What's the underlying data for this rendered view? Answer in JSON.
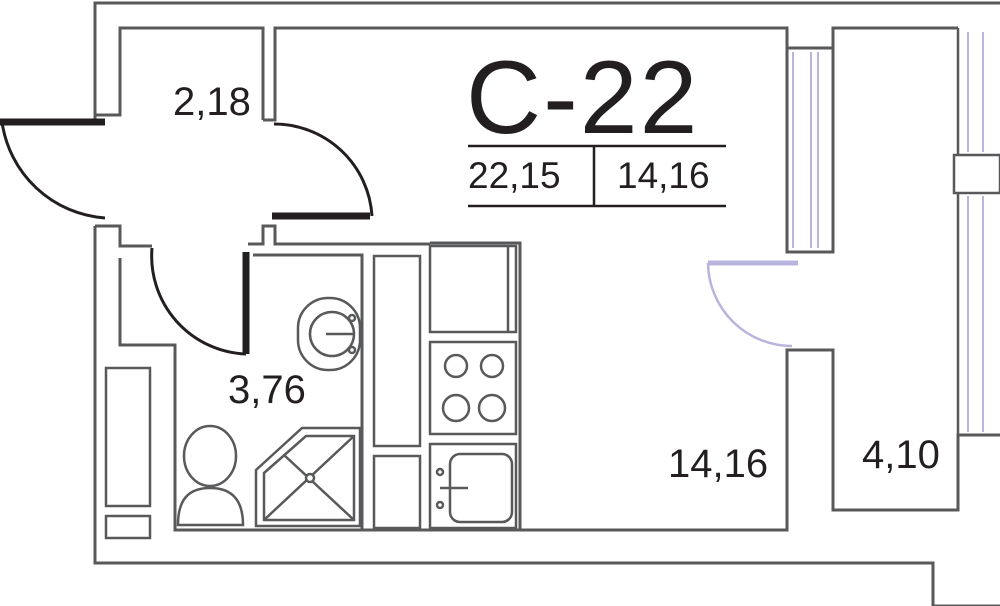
{
  "plan": {
    "unit_code": "С-22",
    "total_area": "22,15",
    "living_area": "14,16",
    "rooms": {
      "hall": {
        "area": "2,18"
      },
      "bathroom": {
        "area": "3,76"
      },
      "living_room": {
        "area": "14,16"
      },
      "balcony": {
        "area": "4,10"
      }
    }
  },
  "colors": {
    "walls": "#58595b",
    "text": "#231f20",
    "doors": "#231f20",
    "windows": "#b9b4de"
  }
}
